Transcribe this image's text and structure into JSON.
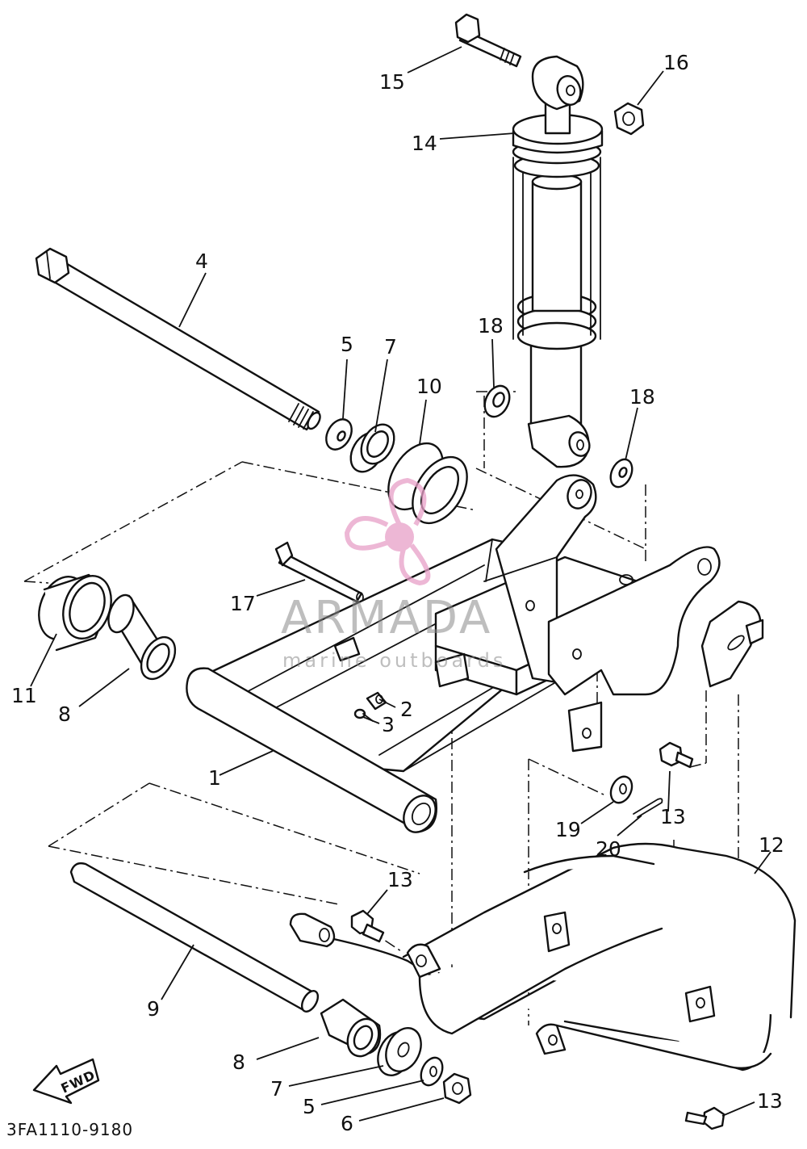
{
  "diagram": {
    "callouts": {
      "c1": "1",
      "c2": "2",
      "c3": "3",
      "c4": "4",
      "c5a": "5",
      "c5b": "5",
      "c6": "6",
      "c7a": "7",
      "c7b": "7",
      "c8a": "8",
      "c8b": "8",
      "c9": "9",
      "c10": "10",
      "c11": "11",
      "c12": "12",
      "c13a": "13",
      "c13b": "13",
      "c13c": "13",
      "c14": "14",
      "c15": "15",
      "c16": "16",
      "c17": "17",
      "c18a": "18",
      "c18b": "18",
      "c19": "19",
      "c20": "20"
    },
    "fwd_label": "FWD",
    "drawing_code": "3FA1110-9180"
  },
  "watermark": {
    "brand": "ARMADA",
    "tagline": "marine outboards",
    "accent_color": "#e8a0c8",
    "text_color": "#8a8a8a"
  }
}
